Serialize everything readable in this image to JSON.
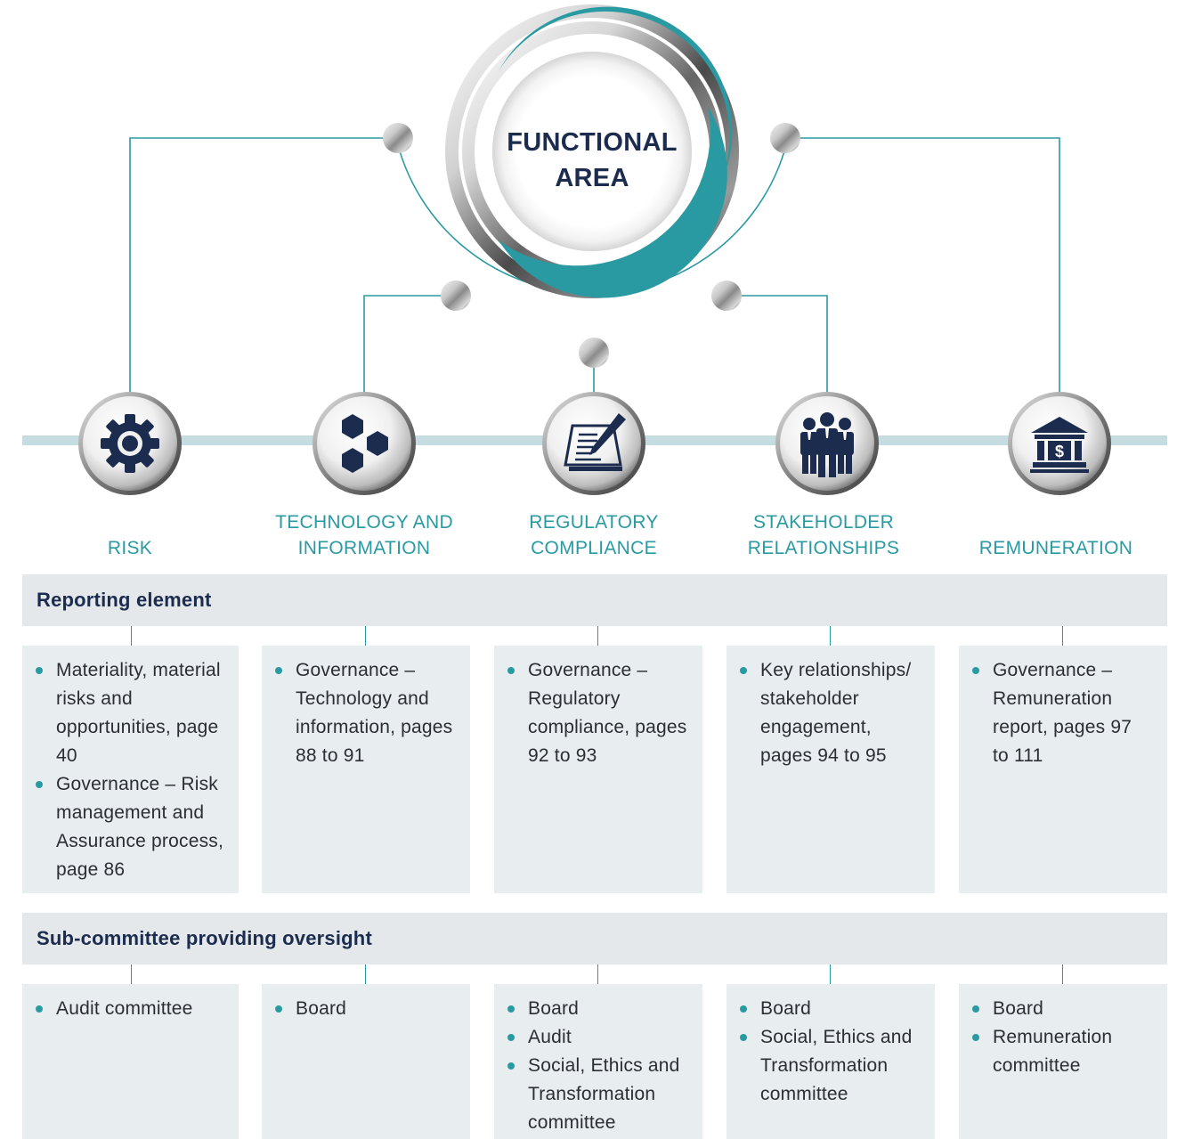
{
  "center": {
    "title_line1": "FUNCTIONAL",
    "title_line2": "AREA"
  },
  "areas": [
    {
      "label_line1": "RISK",
      "label_line2": "",
      "icon": "gear-icon"
    },
    {
      "label_line1": "TECHNOLOGY AND",
      "label_line2": "INFORMATION",
      "icon": "hexagons-icon"
    },
    {
      "label_line1": "REGULATORY",
      "label_line2": "COMPLIANCE",
      "icon": "document-pen-icon"
    },
    {
      "label_line1": "STAKEHOLDER",
      "label_line2": "RELATIONSHIPS",
      "icon": "people-icon"
    },
    {
      "label_line1": "",
      "label_line2": "REMUNERATION",
      "icon": "bank-icon"
    }
  ],
  "reporting": {
    "header": "Reporting element",
    "columns": [
      [
        "Materiality, material risks and opportunities, page 40",
        "Governance – Risk management and Assurance process, page 86"
      ],
      [
        "Governance – Technology and information, pages 88 to 91"
      ],
      [
        "Governance – Regulatory compliance, pages 92 to 93"
      ],
      [
        "Key relationships/ stakeholder engagement, pages 94 to 95"
      ],
      [
        "Governance – Remuneration report, pages 97 to 111"
      ]
    ]
  },
  "oversight": {
    "header": "Sub-committee providing oversight",
    "columns": [
      [
        "Audit committee"
      ],
      [
        "Board"
      ],
      [
        "Board",
        "Audit",
        "Social, Ethics and Transformation committee"
      ],
      [
        "Board",
        "Social, Ethics and Transformation committee"
      ],
      [
        "Board",
        "Remuneration committee"
      ]
    ]
  },
  "colors": {
    "teal": "#2a9aa2",
    "navy": "#1b2c4f",
    "panel": "#e8eef0",
    "header": "#e4e8ea",
    "band": "#c5dde1"
  }
}
